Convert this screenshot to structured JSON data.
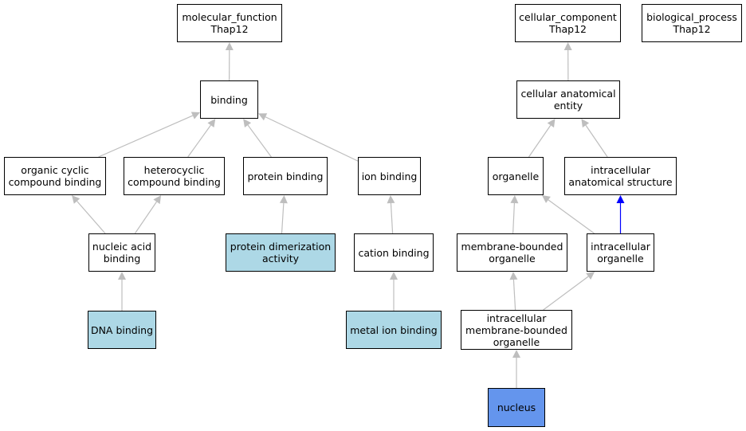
{
  "colors": {
    "edge_default": "#bebebe",
    "edge_highlight": "#0000ff",
    "node_fill": "#ffffff",
    "node_annotated_fill": "#add8e6",
    "node_focus_fill": "#6495ed",
    "node_border": "#000000"
  },
  "nodes": {
    "mf_root": {
      "label": "molecular_function\nThap12"
    },
    "cc_root": {
      "label": "cellular_component\nThap12"
    },
    "bp_root": {
      "label": "biological_process\nThap12"
    },
    "binding": {
      "label": "binding"
    },
    "cell_anat_entity": {
      "label": "cellular anatomical\nentity"
    },
    "organic_cyclic": {
      "label": "organic cyclic\ncompound binding"
    },
    "heterocyclic": {
      "label": "heterocyclic\ncompound binding"
    },
    "protein_binding": {
      "label": "protein binding"
    },
    "ion_binding": {
      "label": "ion binding"
    },
    "organelle": {
      "label": "organelle"
    },
    "intracell_anat": {
      "label": "intracellular\nanatomical structure"
    },
    "nucleic_acid": {
      "label": "nucleic acid\nbinding"
    },
    "protein_dimer": {
      "label": "protein dimerization\nactivity"
    },
    "cation_binding": {
      "label": "cation binding"
    },
    "membrane_bounded": {
      "label": "membrane-bounded\norganelle"
    },
    "intracell_organelle": {
      "label": "intracellular\norganelle"
    },
    "dna_binding": {
      "label": "DNA binding"
    },
    "metal_ion": {
      "label": "metal ion binding"
    },
    "intracell_mb_organelle": {
      "label": "intracellular\nmembrane-bounded\norganelle"
    },
    "nucleus": {
      "label": "nucleus"
    }
  },
  "edges": [
    {
      "from": "binding",
      "to": "mf_root"
    },
    {
      "from": "organic_cyclic",
      "to": "binding"
    },
    {
      "from": "heterocyclic",
      "to": "binding"
    },
    {
      "from": "protein_binding",
      "to": "binding"
    },
    {
      "from": "ion_binding",
      "to": "binding"
    },
    {
      "from": "nucleic_acid",
      "to": "organic_cyclic"
    },
    {
      "from": "nucleic_acid",
      "to": "heterocyclic"
    },
    {
      "from": "dna_binding",
      "to": "nucleic_acid"
    },
    {
      "from": "protein_dimer",
      "to": "protein_binding"
    },
    {
      "from": "cation_binding",
      "to": "ion_binding"
    },
    {
      "from": "metal_ion",
      "to": "cation_binding"
    },
    {
      "from": "cell_anat_entity",
      "to": "cc_root"
    },
    {
      "from": "organelle",
      "to": "cell_anat_entity"
    },
    {
      "from": "intracell_anat",
      "to": "cell_anat_entity"
    },
    {
      "from": "membrane_bounded",
      "to": "organelle"
    },
    {
      "from": "intracell_organelle",
      "to": "organelle"
    },
    {
      "from": "intracell_organelle",
      "to": "intracell_anat",
      "highlight": true
    },
    {
      "from": "intracell_mb_organelle",
      "to": "membrane_bounded"
    },
    {
      "from": "intracell_mb_organelle",
      "to": "intracell_organelle"
    },
    {
      "from": "nucleus",
      "to": "intracell_mb_organelle"
    }
  ]
}
